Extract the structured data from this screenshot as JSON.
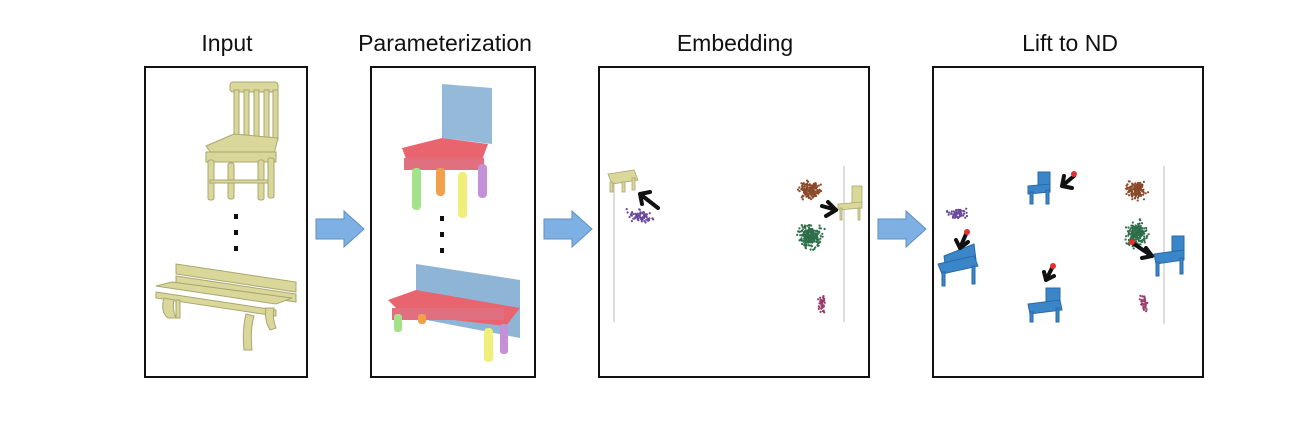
{
  "figure": {
    "stages": [
      {
        "title": "Input"
      },
      {
        "title": "Parameterization"
      },
      {
        "title": "Embedding"
      },
      {
        "title": "Lift to ND"
      }
    ]
  },
  "colors": {
    "input_model": "#d9d79a",
    "input_model_dark": "#a9a770",
    "backrest": "#8fb5d6",
    "seat": "#e8646e",
    "leg_green": "#a4e28a",
    "leg_orange": "#f2a14a",
    "leg_yellow": "#f0ef7a",
    "leg_purple": "#c690d8",
    "flow_arrow": "#7fb0e3",
    "cluster_purple": "#6a4a9c",
    "cluster_brown": "#8a4a2a",
    "cluster_green": "#2e6e4a",
    "cluster_pink": "#9a3a6a",
    "lifted_model": "#3b86c9"
  },
  "icons": [
    "chair-icon",
    "bench-icon",
    "ellipsis-icon",
    "arrow-right-icon",
    "pointer-arrow-icon"
  ]
}
